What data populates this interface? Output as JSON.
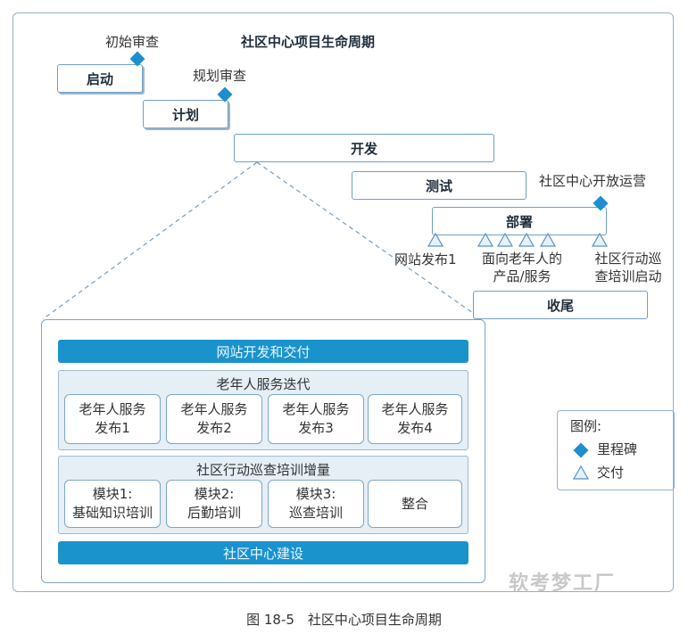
{
  "title": "社区中心项目生命周期",
  "phases": {
    "initiate": "启动",
    "plan": "计划",
    "develop": "开发",
    "test": "测试",
    "deploy": "部署",
    "close": "收尾"
  },
  "milestones": {
    "initial_review": "初始审查",
    "plan_review": "规划审查",
    "open_operation": "社区中心开放运营"
  },
  "deliverables": {
    "website": "网站发布1",
    "elder_line1": "面向老年人的",
    "elder_line2": "产品/服务",
    "patrol_line1": "社区行动巡",
    "patrol_line2": "查培训启动"
  },
  "detail": {
    "website_dev": "网站开发和交付",
    "elder_iteration": {
      "title": "老年人服务迭代",
      "items": [
        {
          "line1": "老年人服务",
          "line2": "发布1"
        },
        {
          "line1": "老年人服务",
          "line2": "发布2"
        },
        {
          "line1": "老年人服务",
          "line2": "发布3"
        },
        {
          "line1": "老年人服务",
          "line2": "发布4"
        }
      ]
    },
    "patrol_increment": {
      "title": "社区行动巡查培训增量",
      "items": [
        {
          "line1": "模块1:",
          "line2": "基础知识培训"
        },
        {
          "line1": "模块2:",
          "line2": "后勤培训"
        },
        {
          "line1": "模块3:",
          "line2": "巡查培训"
        },
        {
          "line1": "整合",
          "line2": ""
        }
      ]
    },
    "center_build": "社区中心建设"
  },
  "legend": {
    "title": "图例:",
    "milestone": "里程碑",
    "deliverable": "交付"
  },
  "caption": "图 18-5　社区中心项目生命周期",
  "watermark": "软考梦工厂",
  "icons": {
    "milestone": "diamond-icon",
    "deliverable": "triangle-icon"
  },
  "colors": {
    "milestone": "#1d8fcf",
    "bar": "#1a93cc",
    "border": "#6f9fc6"
  }
}
